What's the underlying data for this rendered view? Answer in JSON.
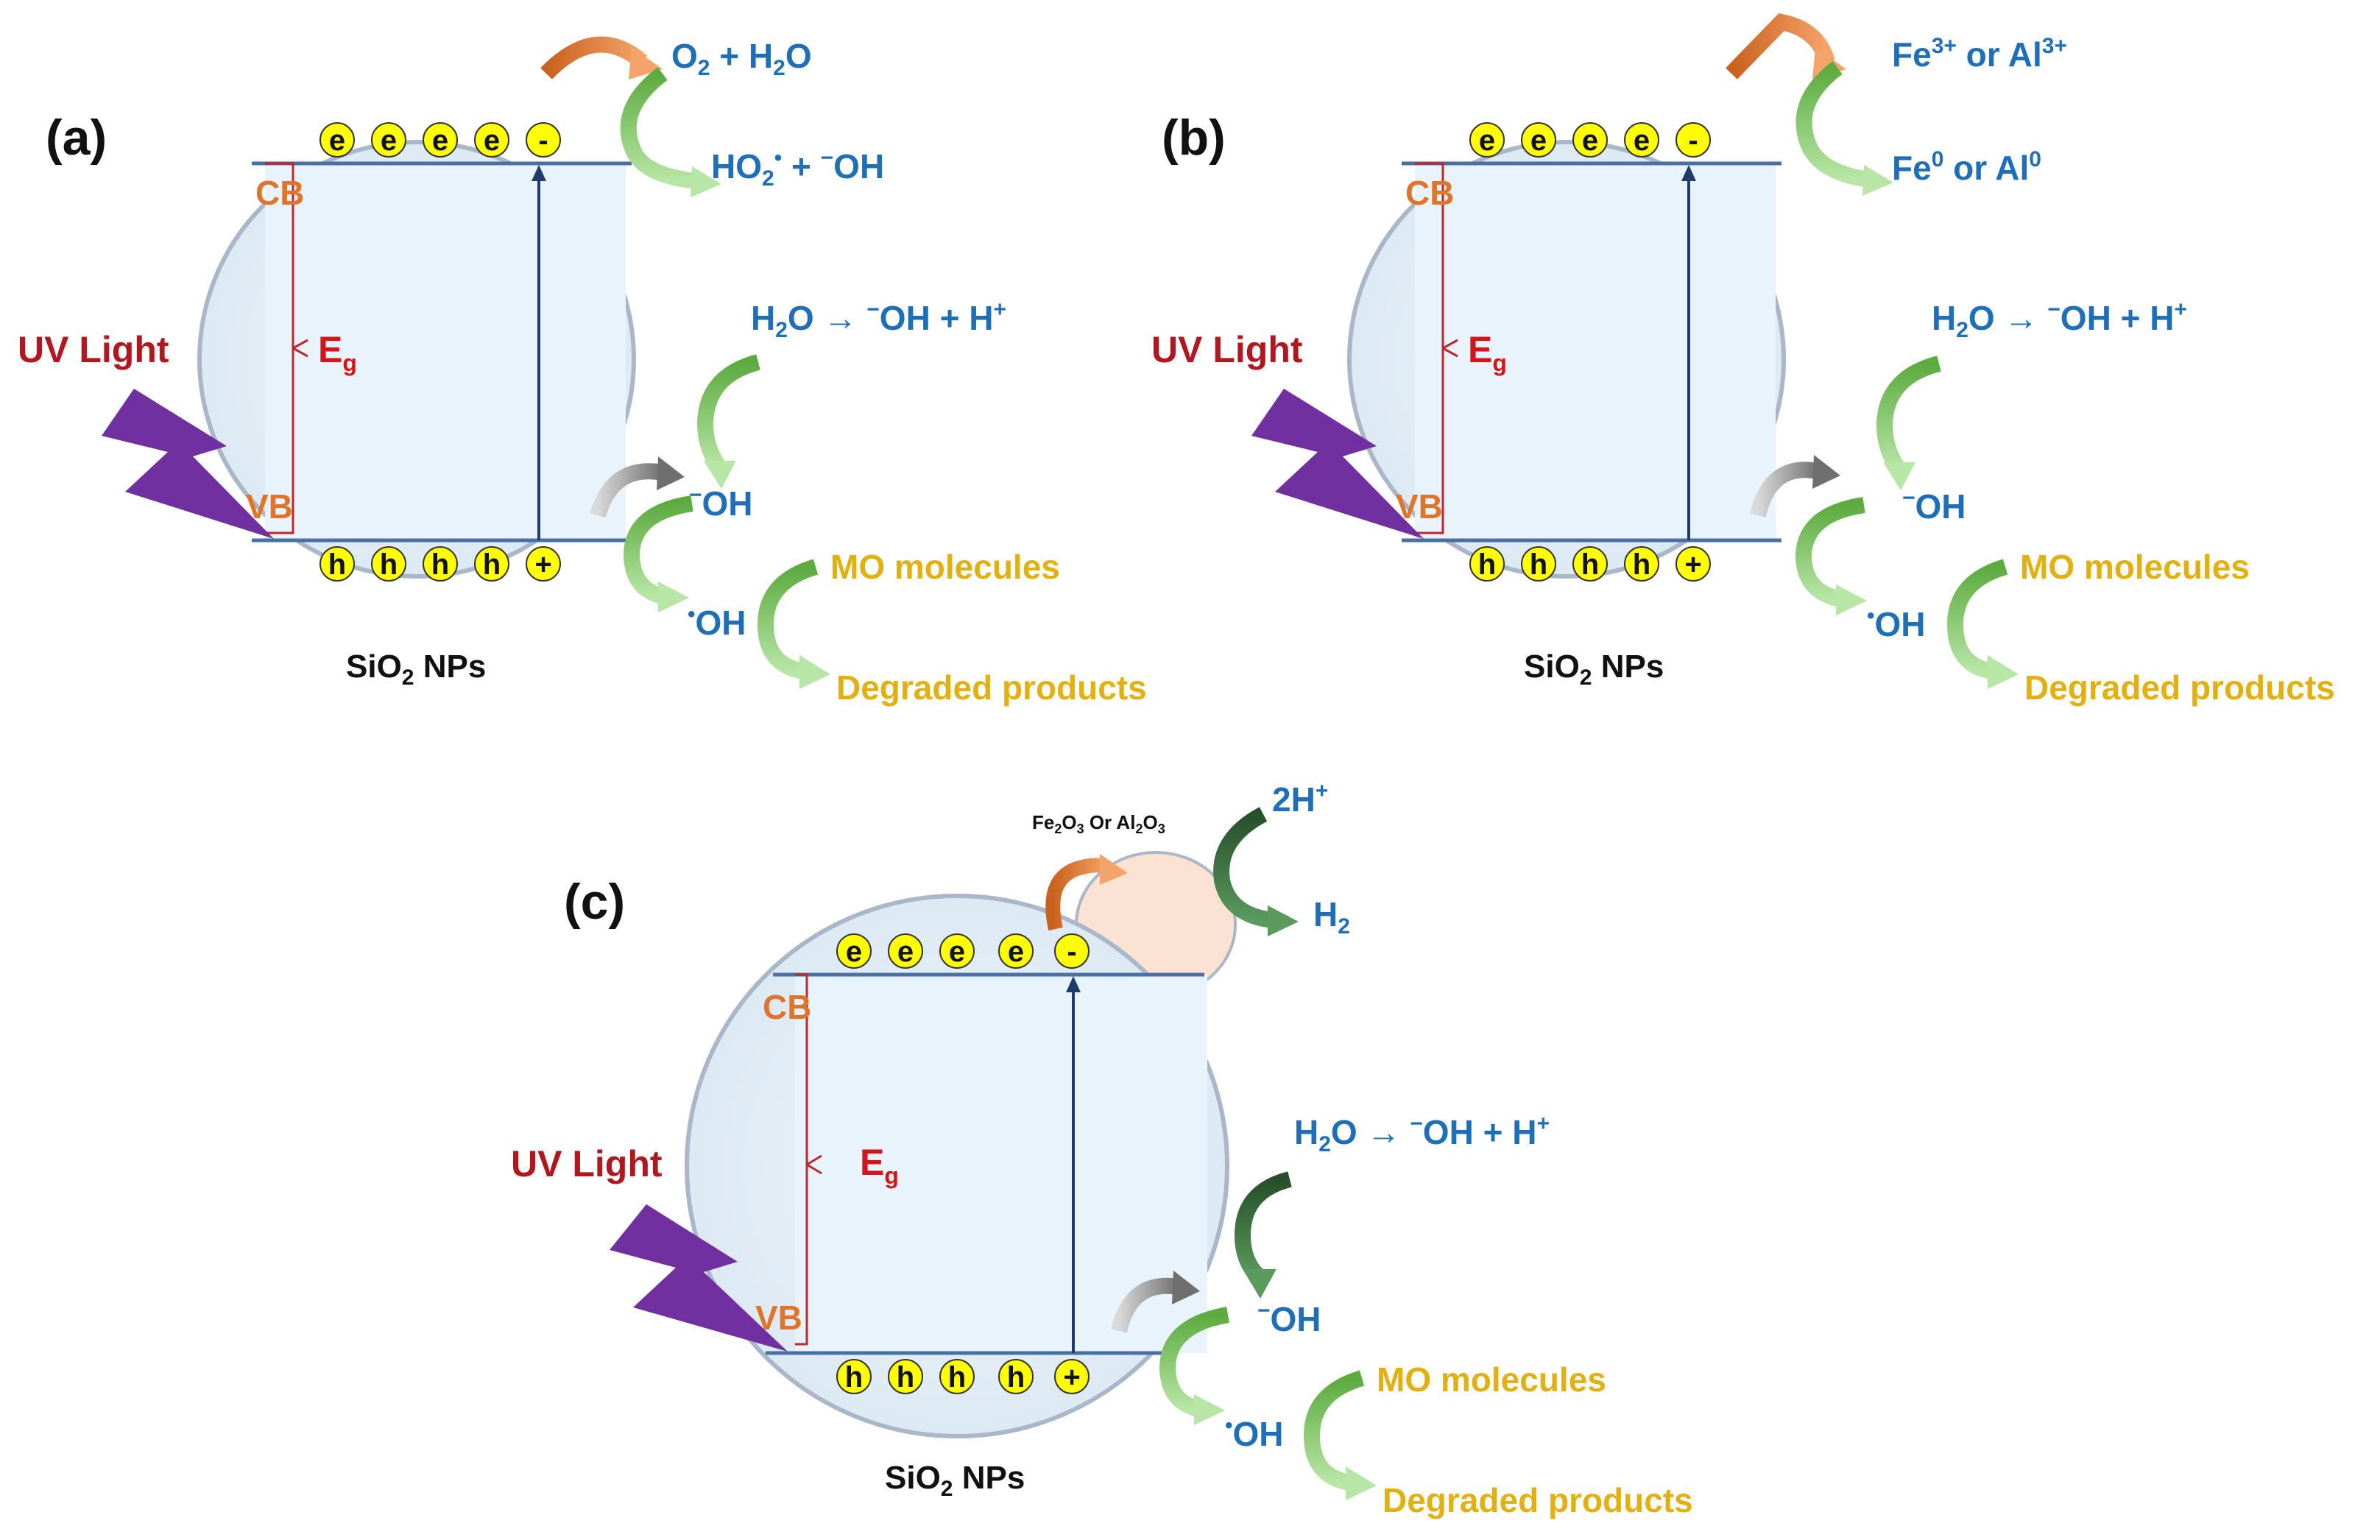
{
  "colors": {
    "circle_fill": "#e8f1f8",
    "circle_stroke": "#a9b7c8",
    "band_line": "#4a6fa5",
    "carrier_fill": "#ffff00",
    "uv_bolt": "#7030a0",
    "orange_arrow": "#ed7d31",
    "green_arrow": "#8fd17a",
    "dark_green_arrow": "#3c7d40",
    "gray_arrow": "#9e9e9e",
    "cocatalyst": "#fbe3d3"
  },
  "electrons": [
    "e",
    "e",
    "e",
    "e",
    "-"
  ],
  "holes": [
    "h",
    "h",
    "h",
    "h",
    "+"
  ],
  "panels": {
    "a": {
      "label": "(a)",
      "uv": "UV Light",
      "cb": "CB",
      "vb": "VB",
      "eg": "E",
      "eg_sub": "g",
      "np": "SiO",
      "np_sub": "2",
      "np_tail": " NPs",
      "top_reactant": {
        "p1": "O",
        "p1_sub": "2",
        "p2": " + H",
        "p2_sub": "2",
        "p3": "O"
      },
      "top_product": {
        "p1": "HO",
        "p1_sub": "2",
        "p1_sup": "•",
        "p2": " + ",
        "p2_sup": "−",
        "p3": "OH"
      },
      "water": {
        "p1": "H",
        "p1_sub": "2",
        "p2": "O → ",
        "p2_sup": "−",
        "p3": "OH + H",
        "p3_sup": "+"
      },
      "hydroxide": {
        "sup": "−",
        "text": "OH"
      },
      "radical": {
        "sup": "•",
        "text": "OH"
      },
      "mo": "MO molecules",
      "degraded": "Degraded products"
    },
    "b": {
      "label": "(b)",
      "uv": "UV Light",
      "cb": "CB",
      "vb": "VB",
      "eg": "E",
      "eg_sub": "g",
      "np": "SiO",
      "np_sub": "2",
      "np_tail": " NPs",
      "top_reactant": {
        "p1": "Fe",
        "p1_sup": "3+",
        "p2": " or Al",
        "p2_sup": "3+"
      },
      "top_product": {
        "p1": "Fe",
        "p1_sup": "0",
        "p2": " or Al",
        "p2_sup": "0"
      },
      "water": {
        "p1": "H",
        "p1_sub": "2",
        "p2": "O → ",
        "p2_sup": "−",
        "p3": "OH + H",
        "p3_sup": "+"
      },
      "hydroxide": {
        "sup": "−",
        "text": "OH"
      },
      "radical": {
        "sup": "•",
        "text": "OH"
      },
      "mo": "MO molecules",
      "degraded": "Degraded products"
    },
    "c": {
      "label": "(c)",
      "uv": "UV Light",
      "cb": "CB",
      "vb": "VB",
      "eg": "E",
      "eg_sub": "g",
      "np": "SiO",
      "np_sub": "2",
      "np_tail": " NPs",
      "cocatalyst": {
        "p1": "Fe",
        "p1_sub": "2",
        "p2": "O",
        "p2_sub": "3",
        "p3": " Or Al",
        "p3_sub": "2",
        "p4": "O",
        "p4_sub": "3"
      },
      "proton": {
        "text": "2H",
        "sup": "+"
      },
      "hydrogen": {
        "text": "H",
        "sub": "2"
      },
      "water": {
        "p1": "H",
        "p1_sub": "2",
        "p2": "O → ",
        "p2_sup": "−",
        "p3": "OH + H",
        "p3_sup": "+"
      },
      "hydroxide": {
        "sup": "−",
        "text": "OH"
      },
      "radical": {
        "sup": "•",
        "text": "OH"
      },
      "mo": "MO molecules",
      "degraded": "Degraded products"
    }
  }
}
